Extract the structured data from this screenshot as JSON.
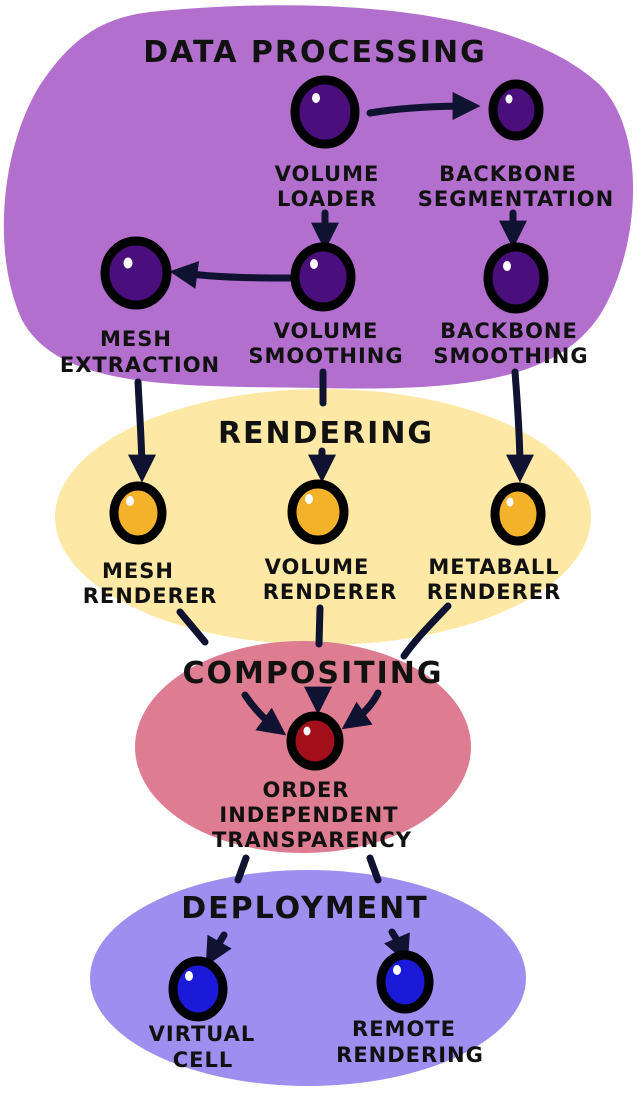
{
  "colors": {
    "data_processing": "#b26fce",
    "rendering": "#fde9a5",
    "compositing": "#de7d92",
    "deployment": "#9d8ef0",
    "node_purple": "#4b0f7d",
    "node_yellow": "#f4b12a",
    "node_red": "#a3101c",
    "node_blue": "#1a1ad8",
    "arrow": "#0f1230"
  },
  "groups": {
    "data_processing": {
      "title": "DATA PROCESSING"
    },
    "rendering": {
      "title": "RENDERING"
    },
    "compositing": {
      "title": "COMPOSITING"
    },
    "deployment": {
      "title": "DEPLOYMENT"
    }
  },
  "nodes": {
    "volume_loader": {
      "label": [
        "VOLUME",
        "LOADER"
      ],
      "color": "node_purple"
    },
    "backbone_segmentation": {
      "label": [
        "BACKBONE",
        "SEGMENTATION"
      ],
      "color": "node_purple"
    },
    "mesh_extraction": {
      "label": [
        "MESH",
        "EXTRACTION"
      ],
      "color": "node_purple"
    },
    "volume_smoothing": {
      "label": [
        "VOLUME",
        "SMOOTHING"
      ],
      "color": "node_purple"
    },
    "backbone_smoothing": {
      "label": [
        "BACKBONE",
        "SMOOTHING"
      ],
      "color": "node_purple"
    },
    "mesh_renderer": {
      "label": [
        "MESH",
        "RENDERER"
      ],
      "color": "node_yellow"
    },
    "volume_renderer": {
      "label": [
        "VOLUME",
        "RENDERER"
      ],
      "color": "node_yellow"
    },
    "metaball_renderer": {
      "label": [
        "METABALL",
        "RENDERER"
      ],
      "color": "node_yellow"
    },
    "order_independent_transparency": {
      "label": [
        "ORDER",
        "INDEPENDENT",
        "TRANSPARENCY"
      ],
      "color": "node_red"
    },
    "virtual_cell": {
      "label": [
        "VIRTUAL",
        "CELL"
      ],
      "color": "node_blue"
    },
    "remote_rendering": {
      "label": [
        "REMOTE",
        "RENDERING"
      ],
      "color": "node_blue"
    }
  },
  "edges": [
    {
      "from": "volume_loader",
      "to": "backbone_segmentation"
    },
    {
      "from": "volume_loader",
      "to": "volume_smoothing"
    },
    {
      "from": "backbone_segmentation",
      "to": "backbone_smoothing"
    },
    {
      "from": "volume_smoothing",
      "to": "mesh_extraction"
    },
    {
      "from": "mesh_extraction",
      "to": "mesh_renderer"
    },
    {
      "from": "volume_smoothing",
      "to": "volume_renderer"
    },
    {
      "from": "backbone_smoothing",
      "to": "metaball_renderer"
    },
    {
      "from": "mesh_renderer",
      "to": "order_independent_transparency"
    },
    {
      "from": "volume_renderer",
      "to": "order_independent_transparency"
    },
    {
      "from": "metaball_renderer",
      "to": "order_independent_transparency"
    },
    {
      "from": "order_independent_transparency",
      "to": "virtual_cell"
    },
    {
      "from": "order_independent_transparency",
      "to": "remote_rendering"
    }
  ]
}
